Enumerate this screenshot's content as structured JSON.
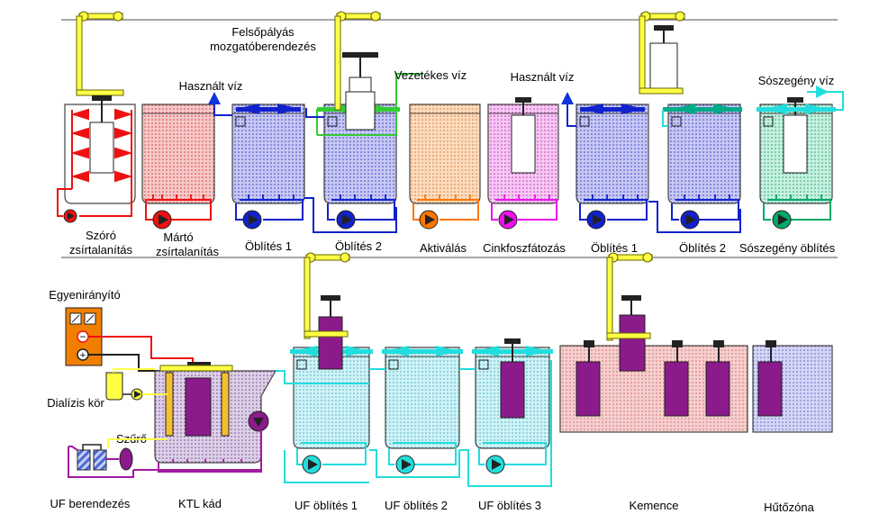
{
  "top_line": {
    "tanks": [
      {
        "id": "szoro",
        "label_lines": [
          "Szóró",
          "zsírtalanítás"
        ],
        "pattern": "pat-white",
        "pump_color": "#e11"
      },
      {
        "id": "marto",
        "label_lines": [
          "Mártó",
          "zsírtalanítás"
        ],
        "pattern": "pat-pink",
        "pump_color": "#e11"
      },
      {
        "id": "oblites1",
        "label_lines": [
          "Öblítés 1"
        ],
        "pattern": "pat-blue",
        "pump_color": "#12c"
      },
      {
        "id": "oblites2",
        "label_lines": [
          "Öblítés 2"
        ],
        "pattern": "pat-blue",
        "pump_color": "#12c"
      },
      {
        "id": "aktivalas",
        "label_lines": [
          "Aktiválás"
        ],
        "pattern": "pat-orange",
        "pump_color": "#f70"
      },
      {
        "id": "cinkfoszfat",
        "label_lines": [
          "Cinkfoszfátozás"
        ],
        "pattern": "pat-magenta",
        "pump_color": "#e1e"
      },
      {
        "id": "oblites1b",
        "label_lines": [
          "Öblítés 1"
        ],
        "pattern": "pat-blue",
        "pump_color": "#12c"
      },
      {
        "id": "oblites2b",
        "label_lines": [
          "Öblítés 2"
        ],
        "pattern": "pat-blue",
        "pump_color": "#12c"
      },
      {
        "id": "soszegeny",
        "label_lines": [
          "Sószegény öblítés"
        ],
        "pattern": "pat-teal",
        "pump_color": "#0a6"
      }
    ],
    "annotations": {
      "felsopalyas": [
        "Felsőpályás",
        "mozgatóberendezés"
      ],
      "hasznalt_viz_1": "Használt víz",
      "vezetekes_viz": "Vezetékes víz",
      "hasznalt_viz_2": "Használt víz",
      "soszegeny_viz": "Sószegény víz"
    }
  },
  "bottom_line": {
    "labels": {
      "egyeniranyito": "Egyenirányító",
      "dializis_kor": "Dialízis kör",
      "szuro": "Szűrő",
      "uf_berendezes": "UF berendezés",
      "ktl_kad": "KTL kád",
      "uf_oblites_1": "UF öblítés 1",
      "uf_oblites_2": "UF öblítés 2",
      "uf_oblites_3": "UF öblítés 3",
      "kemence": "Kemence",
      "hutozona": "Hűtőzóna"
    },
    "rectifier_symbols": {
      "minus": "−",
      "plus": "+"
    }
  },
  "colors": {
    "hoist": "#ffff44",
    "hoist_outline": "#666600",
    "part": "#8b1a8b",
    "used_water": "#1133dd",
    "tap_water": "#33cc33",
    "low_salt_water": "#22dddd",
    "ktl_circuit": "#a01aa0",
    "rectifier": "#f07f00"
  }
}
